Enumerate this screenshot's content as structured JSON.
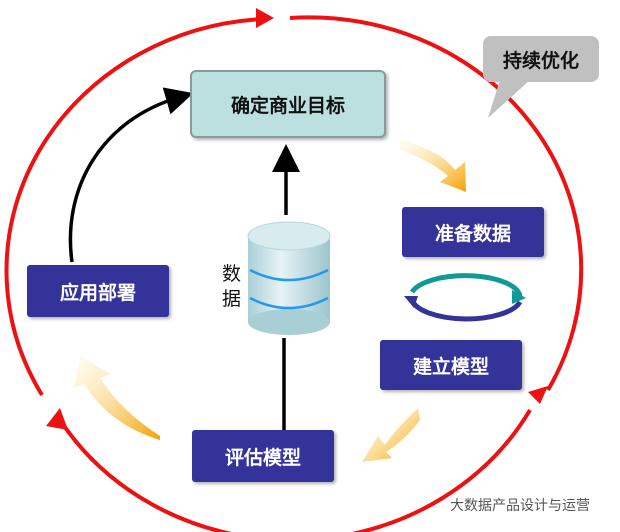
{
  "nodes": {
    "goal": "确定商业目标",
    "prep": "准备数据",
    "build": "建立模型",
    "eval": "评估模型",
    "deploy": "应用部署"
  },
  "callout": "持续优化",
  "data_label": "数据",
  "watermark": "大数据产品设计与运营",
  "colors": {
    "cycle": "#ee1111",
    "box": "#333399",
    "goal_box": "#bcdfe0",
    "callout": "#c0c0c0"
  }
}
